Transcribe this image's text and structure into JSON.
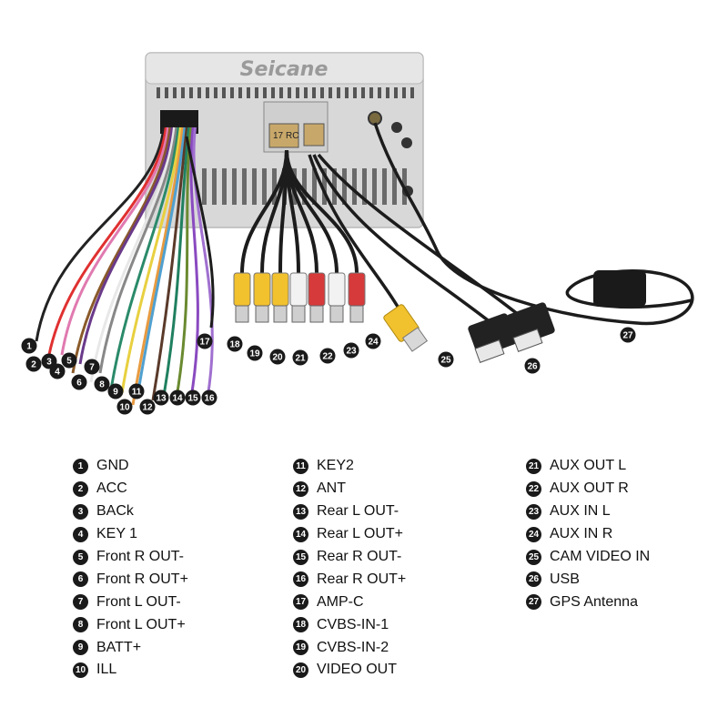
{
  "brand": "Seicane",
  "connector_labels": [
    "17",
    "RC"
  ],
  "colors": {
    "unit_body": "#d8d8d8",
    "badge": "#1a1a1a",
    "rca_red": "#d63a3a",
    "rca_yellow": "#f2c12e",
    "rca_white": "#f2f2f2",
    "cable": "#1c1c1c"
  },
  "legend": {
    "col1": [
      {
        "num": "1",
        "label": "GND"
      },
      {
        "num": "2",
        "label": "ACC"
      },
      {
        "num": "3",
        "label": "BACk"
      },
      {
        "num": "4",
        "label": "KEY 1"
      },
      {
        "num": "5",
        "label": "Front R OUT-"
      },
      {
        "num": "6",
        "label": "Front R OUT+"
      },
      {
        "num": "7",
        "label": "Front L OUT-"
      },
      {
        "num": "8",
        "label": "Front L OUT+"
      },
      {
        "num": "9",
        "label": "BATT+"
      },
      {
        "num": "10",
        "label": "ILL"
      }
    ],
    "col2": [
      {
        "num": "11",
        "label": "KEY2"
      },
      {
        "num": "12",
        "label": "ANT"
      },
      {
        "num": "13",
        "label": "Rear L OUT-"
      },
      {
        "num": "14",
        "label": "Rear L OUT+"
      },
      {
        "num": "15",
        "label": "Rear R OUT-"
      },
      {
        "num": "16",
        "label": "Rear R OUT+"
      },
      {
        "num": "17",
        "label": "AMP-C"
      },
      {
        "num": "18",
        "label": "CVBS-IN-1"
      },
      {
        "num": "19",
        "label": "CVBS-IN-2"
      },
      {
        "num": "20",
        "label": "VIDEO OUT"
      }
    ],
    "col3": [
      {
        "num": "21",
        "label": "AUX OUT L"
      },
      {
        "num": "22",
        "label": "AUX OUT R"
      },
      {
        "num": "23",
        "label": "AUX IN L"
      },
      {
        "num": "24",
        "label": "AUX IN R"
      },
      {
        "num": "25",
        "label": "CAM VIDEO IN"
      },
      {
        "num": "26",
        "label": "USB"
      },
      {
        "num": "27",
        "label": "GPS Antenna"
      }
    ]
  },
  "diagram_markers": [
    "1",
    "2",
    "3",
    "4",
    "5",
    "6",
    "7",
    "8",
    "9",
    "10",
    "11",
    "12",
    "13",
    "14",
    "15",
    "16",
    "17",
    "18",
    "19",
    "20",
    "21",
    "22",
    "23",
    "24",
    "25",
    "26",
    "27"
  ]
}
